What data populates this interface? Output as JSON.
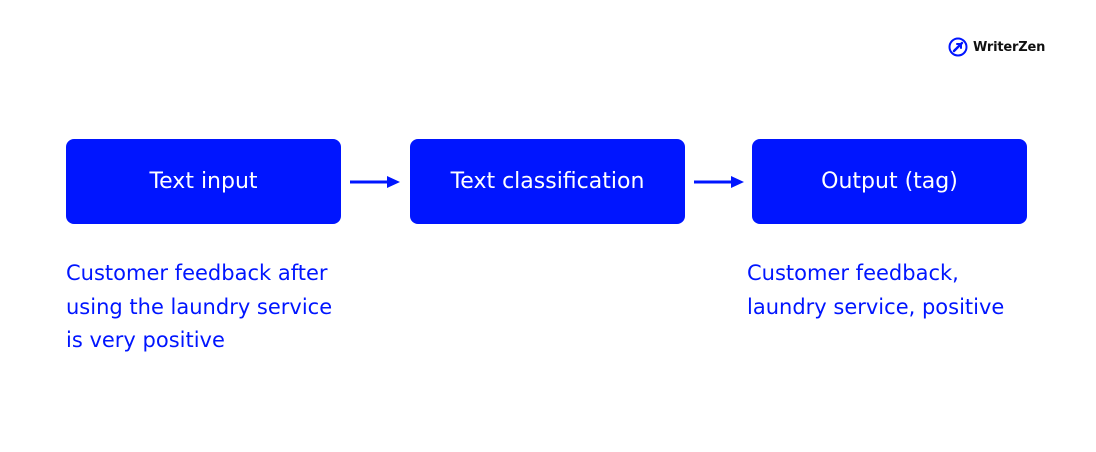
{
  "brand": {
    "name": "WriterZen",
    "icon": "writerzen-logo-icon",
    "color": "#0015ff"
  },
  "diagram": {
    "box_color": "#0015ff",
    "text_color": "#ffffff",
    "steps": [
      {
        "label": "Text input"
      },
      {
        "label": "Text classification"
      },
      {
        "label": "Output (tag)"
      }
    ],
    "input_example": {
      "lines": [
        "Customer feedback after",
        "using the laundry service",
        "is very positive"
      ]
    },
    "output_example": {
      "lines": [
        "Customer feedback,",
        "laundry service, positive"
      ]
    }
  }
}
